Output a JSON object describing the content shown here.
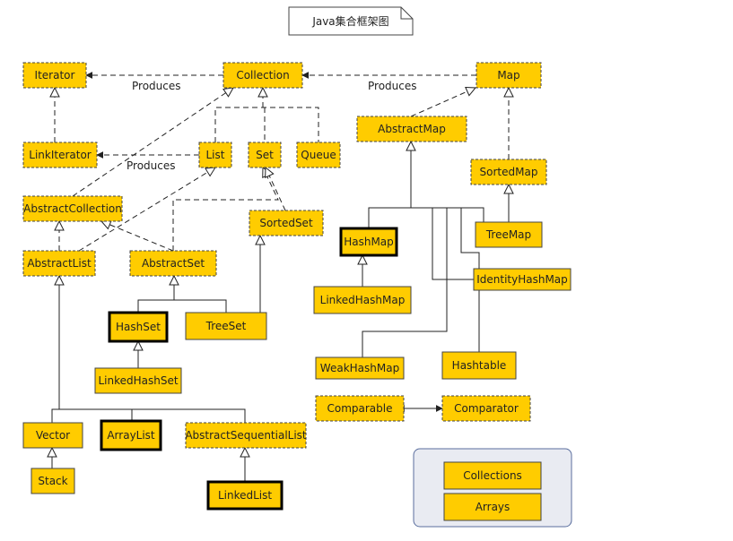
{
  "title": "Java集合框架图",
  "edge_label": "Produces",
  "colors": {
    "box_fill": "#ffcc00",
    "box_stroke": "#444444",
    "line": "#222222",
    "legend_fill": "#e9ebf2",
    "legend_stroke": "#5a6e9e"
  },
  "nodes": {
    "iterator": "Iterator",
    "collection": "Collection",
    "map": "Map",
    "linkiterator": "LinkIterator",
    "list": "List",
    "set": "Set",
    "queue": "Queue",
    "abstractmap": "AbstractMap",
    "sortedmap": "SortedMap",
    "abstractcollection": "AbstractCollection",
    "sortedset": "SortedSet",
    "abstractlist": "AbstractList",
    "abstractset": "AbstractSet",
    "hashmap": "HashMap",
    "treemap": "TreeMap",
    "identityhashmap": "IdentityHashMap",
    "linkedhashmap": "LinkedHashMap",
    "hashset": "HashSet",
    "treeset": "TreeSet",
    "weakhashmap": "WeakHashMap",
    "hashtable": "Hashtable",
    "linkedhashset": "LinkedHashSet",
    "comparable": "Comparable",
    "comparator": "Comparator",
    "vector": "Vector",
    "arraylist": "ArrayList",
    "abstractsequentiallist": "AbstractSequentialList",
    "stack": "Stack",
    "linkedlist": "LinkedList",
    "collections": "Collections",
    "arrays": "Arrays"
  }
}
